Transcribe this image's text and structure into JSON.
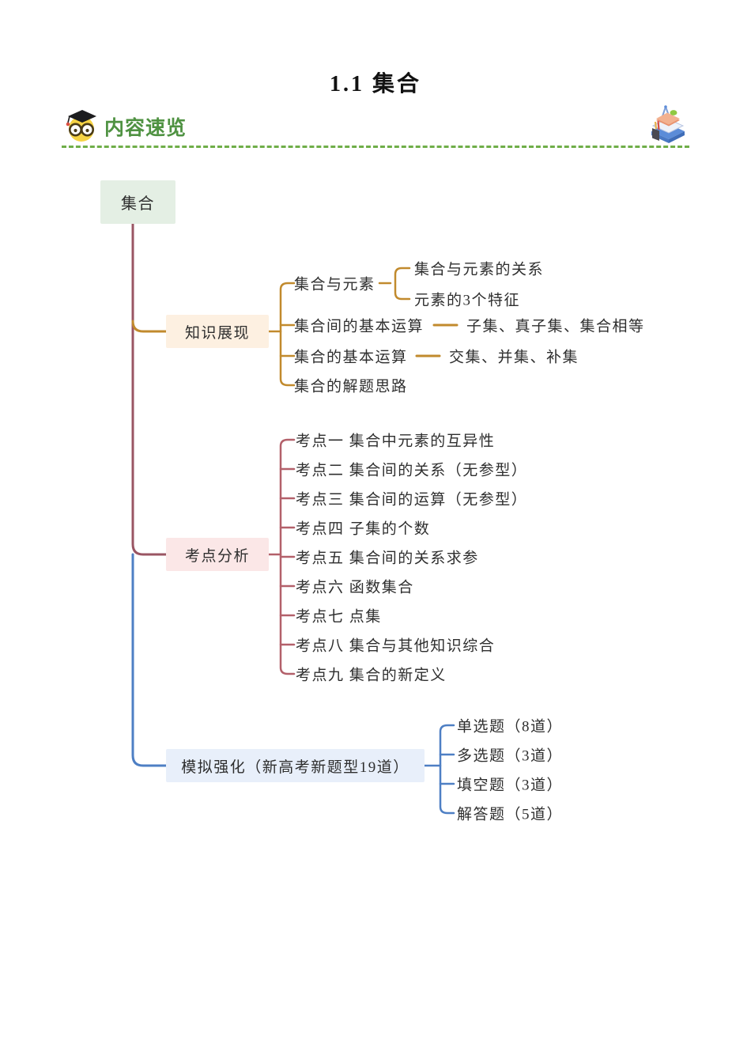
{
  "page_title": "1.1  集合",
  "header": {
    "label": "内容速览",
    "label_color": "#4f9242",
    "divider_color": "#6fae49",
    "left_icon": "owl-graduate-icon",
    "right_icon": "books-stack-icon"
  },
  "mindmap": {
    "root": {
      "label": "集合",
      "bg": "#e4efe4"
    },
    "trunk_color_top": "#9a5563",
    "trunk_color_bottom": "#4e7fc4",
    "branches": [
      {
        "label": "知识展现",
        "bg": "#fdf0e1",
        "line_color": "#c18a2d",
        "children": [
          {
            "label": "集合与元素",
            "children": [
              "集合与元素的关系",
              "元素的3个特征"
            ]
          },
          {
            "label": "集合间的基本运算",
            "inline": "子集、真子集、集合相等"
          },
          {
            "label": "集合的基本运算",
            "inline": "交集、并集、补集"
          },
          {
            "label": "集合的解题思路"
          }
        ]
      },
      {
        "label": "考点分析",
        "bg": "#fbe7e7",
        "line_color": "#b3606a",
        "children": [
          "考点一 集合中元素的互异性",
          "考点二  集合间的关系（无参型）",
          "考点三 集合间的运算（无参型）",
          "考点四 子集的个数",
          "考点五 集合间的关系求参",
          "考点六 函数集合",
          "考点七 点集",
          "考点八 集合与其他知识综合",
          "考点九 集合的新定义"
        ]
      },
      {
        "label": "模拟强化（新高考新题型19道）",
        "bg": "#e8effa",
        "line_color": "#4e7fc4",
        "children": [
          "单选题（8道）",
          "多选题（3道）",
          "填空题（3道）",
          "解答题（5道）"
        ]
      }
    ]
  }
}
